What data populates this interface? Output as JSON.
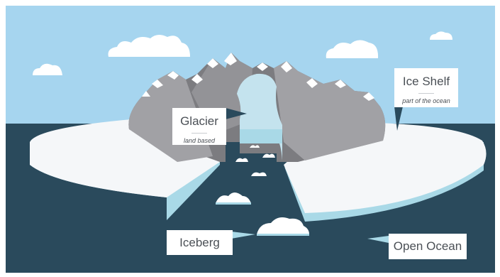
{
  "labels": {
    "glacier": {
      "title": "Glacier",
      "subtitle": "land based"
    },
    "ice_shelf": {
      "title": "Ice Shelf",
      "subtitle": "part of the ocean"
    },
    "iceberg": {
      "title": "Iceberg"
    },
    "open_ocean": {
      "title": "Open Ocean"
    }
  },
  "colors": {
    "sky": "#a6d5ef",
    "ocean": "#2a4a5c",
    "shelf_top": "#f5f7f9",
    "shelf_side": "#a9d9e7",
    "mountain_dark": "#7c7c80",
    "mountain_light": "#a1a1a5",
    "snow": "#ffffff",
    "glacier_ice": "#c4e3ee",
    "label_text": "#4b5056"
  }
}
